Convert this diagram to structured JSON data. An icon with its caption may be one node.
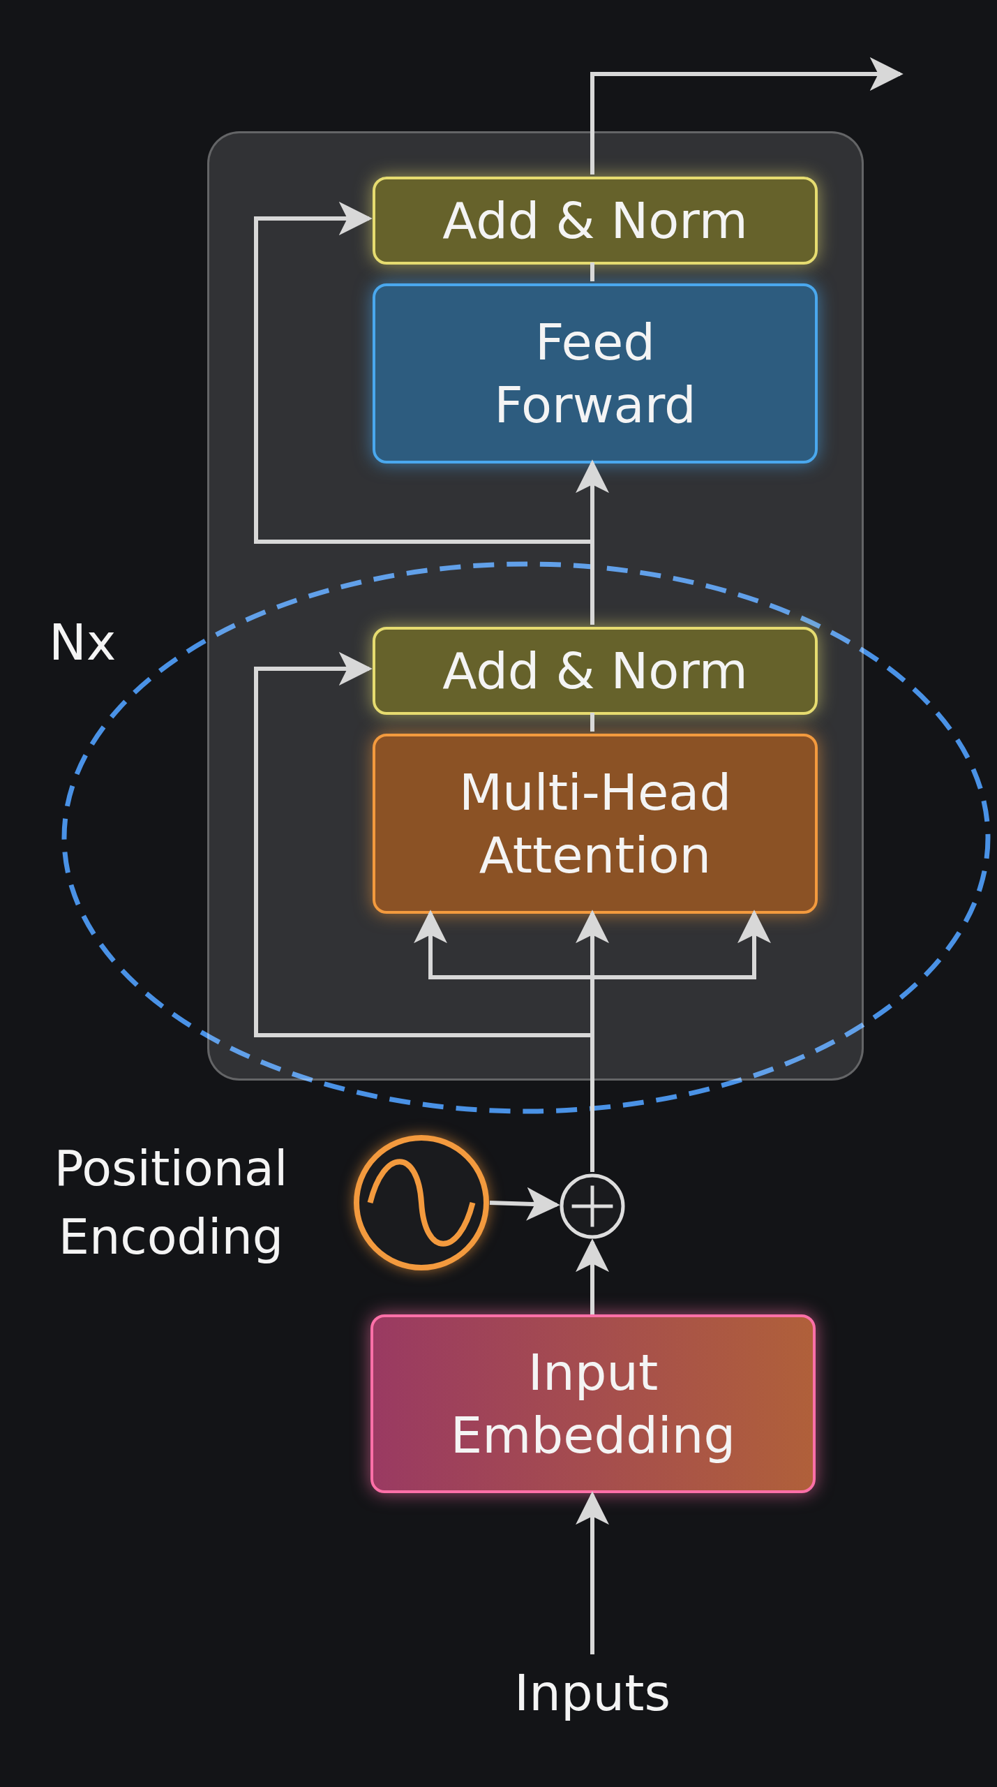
{
  "diagram": {
    "nodes": [
      {
        "text": [],
        "shape": "box"
      },
      {
        "text": [
          "Add & Norm"
        ],
        "in": 0
      },
      {
        "text": [
          "Feed Forward"
        ],
        "in": 0
      },
      {
        "text": [
          "Add & Norm"
        ],
        "in": 0
      },
      {
        "text": [
          "Multi-Head Attention"
        ],
        "in": 0
      },
      {
        "text": [],
        "shape": "circle",
        "beside": [
          "Positional Encoding"
        ]
      },
      {
        "text": [],
        "shape": "circle"
      },
      {
        "text": [
          "Input Embedding"
        ]
      },
      {
        "text": [
          "Inputs"
        ]
      }
    ],
    "edges": [
      {
        "from": 8,
        "to": 7,
        "arrow": "to"
      },
      {
        "from": 7,
        "to": 6,
        "arrow": "to"
      },
      {
        "from": 5,
        "to": 6,
        "arrow": "to"
      },
      {
        "from": 6,
        "to": 4,
        "arrow": "to"
      },
      {
        "from": 6,
        "to": 4,
        "arrow": "to"
      },
      {
        "from": 6,
        "to": 4,
        "arrow": "to"
      },
      {
        "from": 6,
        "to": 3,
        "arrow": "to"
      },
      {
        "from": 4,
        "to": 3,
        "arrow": "none"
      },
      {
        "from": 3,
        "to": 2,
        "arrow": "to"
      },
      {
        "from": 3,
        "to": 1,
        "arrow": "to"
      },
      {
        "from": 2,
        "to": 1,
        "arrow": "none"
      },
      {
        "from": 1,
        "to": null,
        "arrow": "to"
      }
    ],
    "labels": [
      "Nx"
    ]
  }
}
